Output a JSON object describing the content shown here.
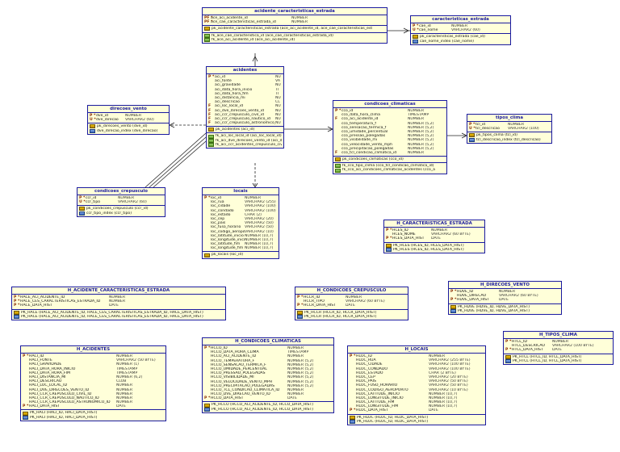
{
  "tables": [
    {
      "id": "acidente_caracteristicas_estrada",
      "title": "acidente_caracteristicas_estrada",
      "columns": [
        {
          "flag": "PF *",
          "name": "ace_aci_acidente_id",
          "type": "NUMBER"
        },
        {
          "flag": "PF *",
          "name": "ace_cae_caracteristicas_estrada_id",
          "type": "NUMBER"
        }
      ],
      "keys": [
        {
          "kind": "pk",
          "text": "pk_acidente_caracteristicas_estrada (ace_aci_acidente_id, ace_cae_caracteristicas_est"
        }
      ],
      "fks": [
        {
          "kind": "fk",
          "text": "fk_ace_cae_caracteristica_id (ace_cae_caracteristicas_estrada_id)"
        },
        {
          "kind": "fk",
          "text": "fk_ace_aci_acidente_id (ace_aci_acidente_id)"
        }
      ]
    },
    {
      "id": "caracteristicas_estrada",
      "title": "caracteristicas_estrada",
      "columns": [
        {
          "flag": "P *",
          "name": "cae_id",
          "type": "NUMBER"
        },
        {
          "flag": "U *",
          "name": "cae_nome",
          "type": "VARCHAR2 (60)"
        }
      ],
      "keys": [
        {
          "kind": "pk",
          "text": "pk_caracteristicas_estrada (cae_id)"
        },
        {
          "kind": "ix",
          "text": "cae_nome_index (cae_nome)"
        }
      ],
      "fks": []
    },
    {
      "id": "acidentes",
      "title": "acidentes",
      "columns": [
        {
          "flag": "P *",
          "name": "aci_id",
          "type": "NU"
        },
        {
          "flag": "",
          "name": "aci_fonte",
          "type": "VA"
        },
        {
          "flag": "",
          "name": "aci_gravidade",
          "type": "NU"
        },
        {
          "flag": "",
          "name": "aci_data_hora_inicio",
          "type": "TI"
        },
        {
          "flag": "",
          "name": "aci_data_hora_fim",
          "type": "TI"
        },
        {
          "flag": "",
          "name": "aci_distancia_mi",
          "type": "NU"
        },
        {
          "flag": "",
          "name": "aci_descricao",
          "type": "CL"
        },
        {
          "flag": "F",
          "name": "aci_loc_local_id",
          "type": "NU"
        },
        {
          "flag": "F",
          "name": "aci_dve_direcoes_vento_id",
          "type": "NU"
        },
        {
          "flag": "F",
          "name": "aci_ccr_crepusculo_civil_id",
          "type": "NU"
        },
        {
          "flag": "F",
          "name": "aci_ccr_crepusculo_nautico_id",
          "type": "NU"
        },
        {
          "flag": "F",
          "name": "aci_ccr_crepusculo_astronomico_id",
          "type": "NU"
        }
      ],
      "keys": [
        {
          "kind": "pk",
          "text": "pk_acidentes (aci_id)"
        }
      ],
      "fks": [
        {
          "kind": "fk",
          "text": "fk_aci_loc_local_id (aci_loc_local_id)"
        },
        {
          "kind": "fk",
          "text": "fk_aci_dve_direcoes_vento_id (aci_dve_"
        },
        {
          "kind": "fk",
          "text": "fk_aci_ccr_acidentes_crepusculo_civil_"
        }
      ]
    },
    {
      "id": "direcoes_vento",
      "title": "direcoes_vento",
      "columns": [
        {
          "flag": "P *",
          "name": "dve_id",
          "type": "NUMBER"
        },
        {
          "flag": "U *",
          "name": "dve_direcao",
          "type": "VARCHAR2 (60)"
        }
      ],
      "keys": [
        {
          "kind": "pk",
          "text": "pk_direcoes_vento (dve_id)"
        },
        {
          "kind": "ix",
          "text": "dve_direcao_index (dve_direcao)"
        }
      ],
      "fks": []
    },
    {
      "id": "condicoes_climaticas",
      "title": "condicoes_climaticas",
      "columns": [
        {
          "flag": "P *",
          "name": "cco_id",
          "type": "NUMBER"
        },
        {
          "flag": "",
          "name": "cco_data_hora_clima",
          "type": "TIMESTAMP"
        },
        {
          "flag": "F",
          "name": "cco_aci_acidente_id",
          "type": "NUMBER"
        },
        {
          "flag": "",
          "name": "cco_temperatura_f",
          "type": "NUMBER (5,2)"
        },
        {
          "flag": "",
          "name": "cco_sensacao_termica_f",
          "type": "NUMBER (5,2)"
        },
        {
          "flag": "",
          "name": "cco_umidade_percentual",
          "type": "NUMBER (5,2)"
        },
        {
          "flag": "",
          "name": "cco_pressao_polegadas",
          "type": "NUMBER (5,2)"
        },
        {
          "flag": "",
          "name": "cco_visibilidade_mi",
          "type": "NUMBER (5,2)"
        },
        {
          "flag": "",
          "name": "cco_velocidade_vento_mph",
          "type": "NUMBER (5,2)"
        },
        {
          "flag": "",
          "name": "cco_precipitacao_polegadas",
          "type": "NUMBER (5,2)"
        },
        {
          "flag": "F",
          "name": "cco_tcl_condicao_climatica_id",
          "type": "NUMBER"
        }
      ],
      "keys": [
        {
          "kind": "pk",
          "text": "pk_condicoes_climaticas (cco_id)"
        }
      ],
      "fks": [
        {
          "kind": "fk",
          "text": "fk_cco_tipo_clima (cco_tcl_condicao_climatica_id)"
        },
        {
          "kind": "fk",
          "text": "fk_cco_aci_condicoes_climaticas_acidentes (cco_a"
        }
      ]
    },
    {
      "id": "tipos_clima",
      "title": "tipos_clima",
      "columns": [
        {
          "flag": "P *",
          "name": "tcl_id",
          "type": "NUMBER"
        },
        {
          "flag": "U *",
          "name": "tcl_descricao",
          "type": "VARCHAR2 (100)"
        }
      ],
      "keys": [
        {
          "kind": "pk",
          "text": "pk_tipos_clima (tcl_id)"
        },
        {
          "kind": "ix",
          "text": "tcl_descricao_index (tcl_descricao)"
        }
      ],
      "fks": []
    },
    {
      "id": "condicoes_crepusculo",
      "title": "condicoes_crepusculo",
      "columns": [
        {
          "flag": "P *",
          "name": "ccr_id",
          "type": "NUMBER"
        },
        {
          "flag": "U *",
          "name": "ccr_tipo",
          "type": "VARCHAR2 (60)"
        }
      ],
      "keys": [
        {
          "kind": "pk",
          "text": "pk_condicoes_crepusculo (ccr_id)"
        },
        {
          "kind": "ix",
          "text": "ccr_tipo_index (ccr_tipo)"
        }
      ],
      "fks": []
    },
    {
      "id": "locais",
      "title": "locais",
      "columns": [
        {
          "flag": "P *",
          "name": "loc_id",
          "type": "NUMBER"
        },
        {
          "flag": "",
          "name": "loc_rua",
          "type": "VARCHAR2 (255)"
        },
        {
          "flag": "",
          "name": "loc_cidade",
          "type": "VARCHAR2 (100)"
        },
        {
          "flag": "",
          "name": "loc_condado",
          "type": "VARCHAR2 (100)"
        },
        {
          "flag": "",
          "name": "loc_estado",
          "type": "CHAR (2)"
        },
        {
          "flag": "",
          "name": "loc_cep",
          "type": "VARCHAR2 (20)"
        },
        {
          "flag": "",
          "name": "loc_pais",
          "type": "VARCHAR2 (50)"
        },
        {
          "flag": "",
          "name": "loc_fuso_horario",
          "type": "VARCHAR2 (50)"
        },
        {
          "flag": "",
          "name": "loc_codigo_aeroporto",
          "type": "VARCHAR2 (10)"
        },
        {
          "flag": "",
          "name": "loc_latitude_inicio",
          "type": "NUMBER (10,7)"
        },
        {
          "flag": "",
          "name": "loc_longitude_inicio",
          "type": "NUMBER (10,7)"
        },
        {
          "flag": "",
          "name": "loc_latitude_fim",
          "type": "NUMBER (10,7)"
        },
        {
          "flag": "",
          "name": "loc_longitude_fim",
          "type": "NUMBER (10,7)"
        }
      ],
      "keys": [
        {
          "kind": "pk",
          "text": "pk_locais (loc_id)"
        }
      ],
      "fks": []
    },
    {
      "id": "H_CARACTERISTICAS_ESTRADA",
      "title": "H_CARACTERISTICAS_ESTRADA",
      "columns": [
        {
          "flag": "P *",
          "name": "HCES_ID",
          "type": "NUMBER"
        },
        {
          "flag": "",
          "name": "HCES_NOME",
          "type": "VARCHAR2 (60 BYTE)"
        },
        {
          "flag": "P *",
          "name": "HCES_DATA_HIST",
          "type": "DATE"
        }
      ],
      "keys": [
        {
          "kind": "pk",
          "text": "PK_HCES (HCES_ID, HCES_DATA_HIST)"
        },
        {
          "kind": "ix",
          "text": "PK_HCES (HCES_ID, HCES_DATA_HIST)"
        }
      ],
      "fks": []
    },
    {
      "id": "H_ACIDENTE_CARACTERISTICAS_ESTRADA",
      "title": "H_ACIDENTE_CARACTERISTICAS_ESTRADA",
      "columns": [
        {
          "flag": "P *",
          "name": "HACE_ACI_ACIDENTE_ID",
          "type": "NUMBER"
        },
        {
          "flag": "P *",
          "name": "HACE_CES_CARACTERISTICAS_ESTRADA_ID",
          "type": "NUMBER"
        },
        {
          "flag": "P *",
          "name": "HACE_DATA_HIST",
          "type": "DATE"
        }
      ],
      "keys": [
        {
          "kind": "pk",
          "text": "PK_HACE (HACE_ACI_ACIDENTE_ID, HACE_CES_CARACTERISTICAS_ESTRADA_ID, HACE_DATA_HIST)"
        },
        {
          "kind": "ix",
          "text": "PK_HACE (HACE_ACI_ACIDENTE_ID, HACE_CES_CARACTERISTICAS_ESTRADA_ID, HACE_DATA_HIST)"
        }
      ],
      "fks": []
    },
    {
      "id": "H_CONDICOES_CREPUSCULO",
      "title": "H_CONDICOES_CREPUSCULO",
      "columns": [
        {
          "flag": "P *",
          "name": "HCCR_ID",
          "type": "NUMBER"
        },
        {
          "flag": "",
          "name": "HCCR_TIPO",
          "type": "VARCHAR2 (60 BYTE)"
        },
        {
          "flag": "P *",
          "name": "HCCR_DATA_HIST",
          "type": "DATE"
        }
      ],
      "keys": [
        {
          "kind": "pk",
          "text": "PK_HCCR (HCCR_ID, HCCR_DATA_HIST)"
        },
        {
          "kind": "ix",
          "text": "PK_HCCR (HCCR_ID, HCCR_DATA_HIST)"
        }
      ],
      "fks": []
    },
    {
      "id": "H_DIRECOES_VENTO",
      "title": "H_DIRECOES_VENTO",
      "columns": [
        {
          "flag": "P *",
          "name": "HDVE_ID",
          "type": "NUMBER"
        },
        {
          "flag": "",
          "name": "HDVE_DIRECAO",
          "type": "VARCHAR2 (60 BYTE)"
        },
        {
          "flag": "P *",
          "name": "HDVE_DATA_HIST",
          "type": "DATE"
        }
      ],
      "keys": [
        {
          "kind": "pk",
          "text": "PK_HDVE (HDVE_ID, HDVE_DATA_HIST)"
        },
        {
          "kind": "ix",
          "text": "PK_HDVE (HDVE_ID, HDVE_DATA_HIST)"
        }
      ],
      "fks": []
    },
    {
      "id": "H_TIPOS_CLIMA",
      "title": "H_TIPOS_CLIMA",
      "columns": [
        {
          "flag": "P *",
          "name": "HTCL_ID",
          "type": "NUMBER"
        },
        {
          "flag": "",
          "name": "HTCL_DESCRICAO",
          "type": "VARCHAR2 (100 BYTE)"
        },
        {
          "flag": "P *",
          "name": "HTCL_DATA_HIST",
          "type": "DATE"
        }
      ],
      "keys": [
        {
          "kind": "pk",
          "text": "PK_HTCL (HTCL_ID, HTCL_DATA_HIST)"
        },
        {
          "kind": "ix",
          "text": "PK_HTCL (HTCL_ID, HTCL_DATA_HIST)"
        }
      ],
      "fks": []
    },
    {
      "id": "H_ACIDENTES",
      "title": "H_ACIDENTES",
      "columns": [
        {
          "flag": "P *",
          "name": "HACI_ID",
          "type": "NUMBER"
        },
        {
          "flag": "",
          "name": "HACI_FONTE",
          "type": "VARCHAR2 (50 BYTE)"
        },
        {
          "flag": "",
          "name": "HACI_GRAVIDADE",
          "type": "NUMBER (1)"
        },
        {
          "flag": "",
          "name": "HACI_DATA_HORA_INICIO",
          "type": "TIMESTAMP"
        },
        {
          "flag": "",
          "name": "HACI_DATA_HORA_FIM",
          "type": "TIMESTAMP"
        },
        {
          "flag": "",
          "name": "HACI_DISTANCIA_MI",
          "type": "NUMBER (6,2)"
        },
        {
          "flag": "",
          "name": "HACI_DESCRICAO",
          "type": "CLOB"
        },
        {
          "flag": "",
          "name": "HACI_LOC_LOCAL_ID",
          "type": "NUMBER"
        },
        {
          "flag": "",
          "name": "HACI_DVE_DIRECOES_VENTO_ID",
          "type": "NUMBER"
        },
        {
          "flag": "",
          "name": "HACI_CCR_CREPUSCULO_CIVIL_ID",
          "type": "NUMBER"
        },
        {
          "flag": "",
          "name": "HACI_CCR_CREPUSCULO_NAUTICO_ID",
          "type": "NUMBER"
        },
        {
          "flag": "",
          "name": "HACI_CCR_CREPUSCULO_ASTRONOMICO_ID",
          "type": "NUMBER"
        },
        {
          "flag": "P *",
          "name": "HACI_DATA_HIST",
          "type": "DATE"
        }
      ],
      "keys": [
        {
          "kind": "pk",
          "text": "PK_HACI (HACI_ID, HACI_DATA_HIST)"
        },
        {
          "kind": "ix",
          "text": "PK_HACI (HACI_ID, HACI_DATA_HIST)"
        }
      ],
      "fks": []
    },
    {
      "id": "H_CONDICOES_CLIMATICAS",
      "title": "H_CONDICOES_CLIMATICAS",
      "columns": [
        {
          "flag": "P *",
          "name": "HCCO_ID",
          "type": "NUMBER"
        },
        {
          "flag": "",
          "name": "HCCO_DATA_HORA_CLIMA",
          "type": "TIMESTAMP"
        },
        {
          "flag": "",
          "name": "HCCO_ACI_ACIDENTE_ID",
          "type": "NUMBER"
        },
        {
          "flag": "",
          "name": "HCCO_TEMPERATURA_F",
          "type": "NUMBER (5,2)"
        },
        {
          "flag": "",
          "name": "HCCO_SENSACAO_TERMICA_F",
          "type": "NUMBER (5,2)"
        },
        {
          "flag": "",
          "name": "HCCO_UMIDADE_PERCENTUAL",
          "type": "NUMBER (5,2)"
        },
        {
          "flag": "",
          "name": "HCCO_PRESSAO_POLEGADAS",
          "type": "NUMBER (5,2)"
        },
        {
          "flag": "",
          "name": "HCCO_VISIBILIDADE_MI",
          "type": "NUMBER (5,2)"
        },
        {
          "flag": "",
          "name": "HCCO_VELOCIDADE_VENTO_MPH",
          "type": "NUMBER (5,2)"
        },
        {
          "flag": "",
          "name": "HCCO_PRECIPITACAO_POLEGADAS",
          "type": "NUMBER (5,2)"
        },
        {
          "flag": "",
          "name": "HCCO_TCL_CONDICAO_CLIMATICA_ID",
          "type": "NUMBER"
        },
        {
          "flag": "",
          "name": "HCCO_DVE_DIRECAO_VENTO_ID",
          "type": "NUMBER"
        },
        {
          "flag": "P *",
          "name": "HCCO_DATA_HIST",
          "type": "DATE"
        }
      ],
      "keys": [
        {
          "kind": "pk",
          "text": "PK_HCCO (HCCO_ACI_ACIDENTE_ID, HCCO_DATA_HIST)"
        },
        {
          "kind": "ix",
          "text": "PK_HCCO (HCCO_ACI_ACIDENTE_ID, HCCO_DATA_HIST)"
        }
      ],
      "fks": []
    },
    {
      "id": "H_LOCAIS",
      "title": "H_LOCAIS",
      "columns": [
        {
          "flag": "P *",
          "name": "HLOC_ID",
          "type": "NUMBER"
        },
        {
          "flag": "",
          "name": "HLOC_RUA",
          "type": "VARCHAR2 (255 BYTE)"
        },
        {
          "flag": "",
          "name": "HLOC_CIDADE",
          "type": "VARCHAR2 (100 BYTE)"
        },
        {
          "flag": "",
          "name": "HLOC_CONDADO",
          "type": "VARCHAR2 (100 BYTE)"
        },
        {
          "flag": "",
          "name": "HLOC_ESTADO",
          "type": "CHAR (2 BYTE)"
        },
        {
          "flag": "",
          "name": "HLOC_CEP",
          "type": "VARCHAR2 (20 BYTE)"
        },
        {
          "flag": "",
          "name": "HLOC_PAIS",
          "type": "VARCHAR2 (50 BYTE)"
        },
        {
          "flag": "",
          "name": "HLOC_FUSO_HORARIO",
          "type": "VARCHAR2 (50 BYTE)"
        },
        {
          "flag": "",
          "name": "HLOC_CODIGO_AEROPORTO",
          "type": "VARCHAR2 (10 BYTE)"
        },
        {
          "flag": "",
          "name": "HLOC_LATITUDE_INICIO",
          "type": "NUMBER (10,7)"
        },
        {
          "flag": "",
          "name": "HLOC_LONGITUDE_INICIO",
          "type": "NUMBER (10,7)"
        },
        {
          "flag": "",
          "name": "HLOC_LATITUDE_FIM",
          "type": "NUMBER (10,7)"
        },
        {
          "flag": "",
          "name": "HLOC_LONGITUDE_FIM",
          "type": "NUMBER (10,7)"
        },
        {
          "flag": "P *",
          "name": "HLOC_DATA_HIST",
          "type": "DATE"
        }
      ],
      "keys": [
        {
          "kind": "pk",
          "text": "PK_HLOC (HLOC_ID, HLOC_DATA_HIST)"
        },
        {
          "kind": "ix",
          "text": "PK_HLOC (HLOC_ID, HLOC_DATA_HIST)"
        }
      ],
      "fks": []
    }
  ]
}
